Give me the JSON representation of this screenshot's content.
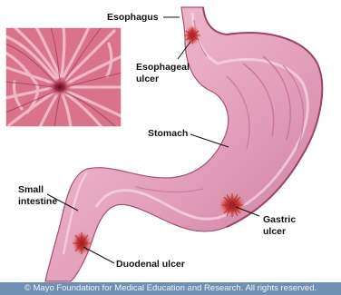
{
  "labels": {
    "esophagus": "Esophagus",
    "esophageal_ulcer_line1": "Esophageal",
    "esophageal_ulcer_line2": "ulcer",
    "stomach": "Stomach",
    "small_intestine_line1": "Small",
    "small_intestine_line2": "intestine",
    "gastric_ulcer_line1": "Gastric",
    "gastric_ulcer_line2": "ulcer",
    "duodenal_ulcer": "Duodenal ulcer"
  },
  "copyright": "© Mayo Foundation for Medical Education and Research.  All rights reserved.",
  "colors": {
    "tissue": "#e7a6c0",
    "tissue_light": "#f5d2df",
    "tissue_dark": "#b9577f",
    "ulcer": "#c8322c",
    "mucosa_bg": "#d8738b",
    "footer": "#6f8fb3"
  }
}
